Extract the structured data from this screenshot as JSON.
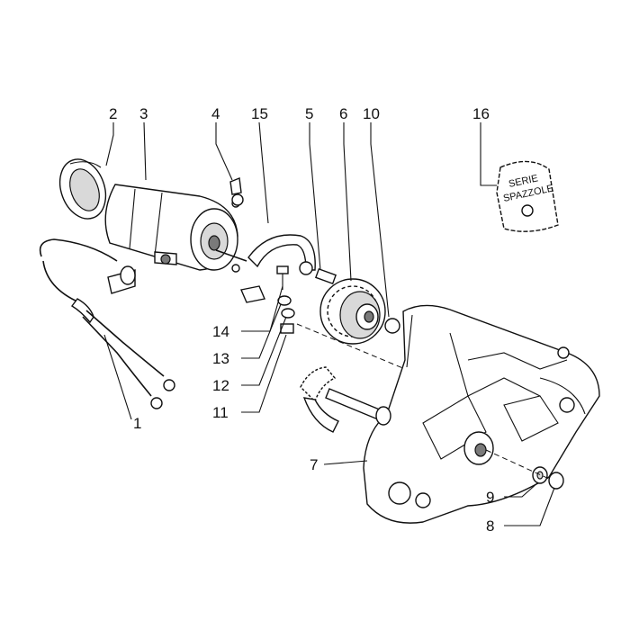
{
  "labels": {
    "l1": "1",
    "l2": "2",
    "l3": "3",
    "l4": "4",
    "l5": "5",
    "l6": "6",
    "l7": "7",
    "l8": "8",
    "l9": "9",
    "l10": "10",
    "l11": "11",
    "l12": "12",
    "l13": "13",
    "l14": "14",
    "l15": "15",
    "l16": "16"
  },
  "brush_kit": {
    "line1": "SERIE",
    "line2": "SPAZZOLE"
  }
}
